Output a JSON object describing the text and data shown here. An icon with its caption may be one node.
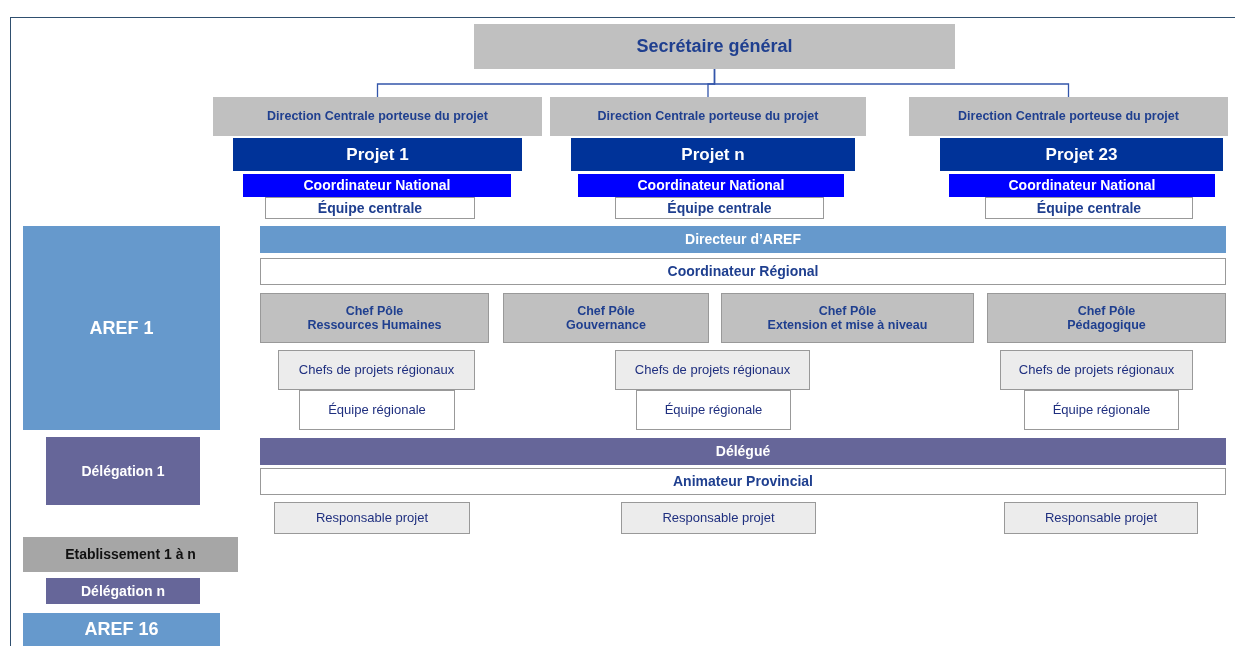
{
  "diagram": {
    "nodes": [
      {
        "text": [
          "Secrétaire général"
        ]
      },
      {
        "text": [
          "Direction Centrale porteuse du projet"
        ]
      },
      {
        "text": [
          "Direction Centrale porteuse du projet"
        ]
      },
      {
        "text": [
          "Direction Centrale porteuse du projet"
        ]
      },
      {
        "text": [
          "Projet 1"
        ]
      },
      {
        "text": [
          "Projet n"
        ]
      },
      {
        "text": [
          "Projet 23"
        ]
      },
      {
        "text": [
          "Coordinateur National"
        ]
      },
      {
        "text": [
          "Coordinateur National"
        ]
      },
      {
        "text": [
          "Coordinateur National"
        ]
      },
      {
        "text": [
          "Équipe centrale"
        ]
      },
      {
        "text": [
          "Équipe centrale"
        ]
      },
      {
        "text": [
          "Équipe centrale"
        ]
      },
      {
        "text": [
          "AREF 1"
        ]
      },
      {
        "text": [
          "Directeur d’AREF"
        ]
      },
      {
        "text": [
          "Coordinateur Régional"
        ]
      },
      {
        "text": [
          "Chef Pôle",
          "Ressources Humaines"
        ]
      },
      {
        "text": [
          "Chef Pôle",
          "Gouvernance"
        ]
      },
      {
        "text": [
          "Chef Pôle",
          "Extension et mise à niveau"
        ]
      },
      {
        "text": [
          "Chef Pôle",
          "Pédagogique"
        ]
      },
      {
        "text": [
          "Chefs de projets régionaux"
        ]
      },
      {
        "text": [
          "Équipe régionale"
        ]
      },
      {
        "text": [
          "Chefs de projets régionaux"
        ]
      },
      {
        "text": [
          "Équipe régionale"
        ]
      },
      {
        "text": [
          "Chefs de projets régionaux"
        ]
      },
      {
        "text": [
          "Équipe régionale"
        ]
      },
      {
        "text": [
          "Délégation 1"
        ]
      },
      {
        "text": [
          "Délégué"
        ]
      },
      {
        "text": [
          "Animateur Provincial"
        ]
      },
      {
        "text": [
          "Responsable projet"
        ]
      },
      {
        "text": [
          "Responsable projet"
        ]
      },
      {
        "text": [
          "Responsable projet"
        ]
      },
      {
        "text": [
          "Etablissement 1 à n"
        ]
      },
      {
        "text": [
          "Délégation n"
        ]
      },
      {
        "text": [
          "AREF 16"
        ]
      }
    ],
    "edges": [
      {
        "from": 0,
        "to": 1,
        "arrow": "none"
      },
      {
        "from": 0,
        "to": 2,
        "arrow": "none"
      },
      {
        "from": 0,
        "to": 3,
        "arrow": "none"
      }
    ]
  }
}
